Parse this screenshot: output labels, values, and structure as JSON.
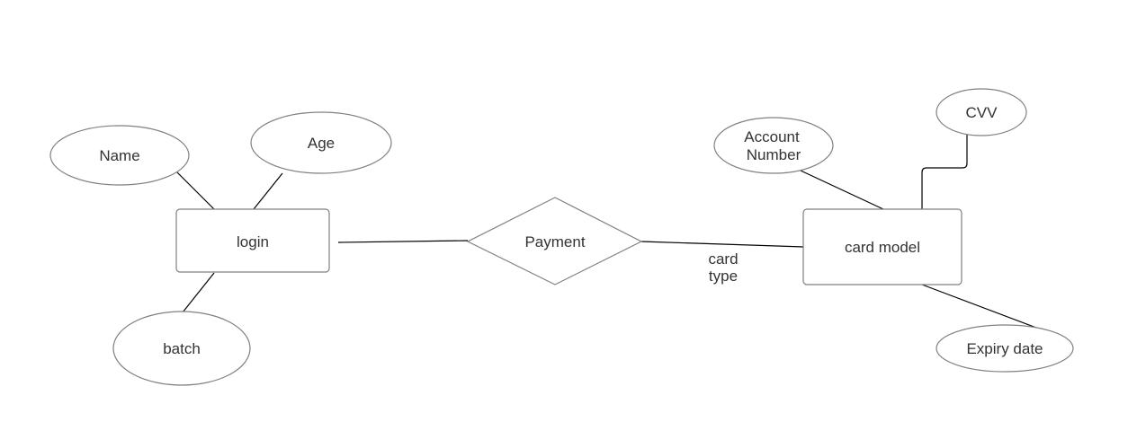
{
  "entities": {
    "login": "login",
    "card_model": "card model"
  },
  "relationships": {
    "payment": "Payment"
  },
  "attributes": {
    "name": "Name",
    "age": "Age",
    "batch": "batch",
    "account_number_line1": "Account",
    "account_number_line2": "Number",
    "cvv": "CVV",
    "expiry_date": "Expiry date"
  },
  "edge_labels": {
    "card_type_line1": "card",
    "card_type_line2": "type"
  }
}
